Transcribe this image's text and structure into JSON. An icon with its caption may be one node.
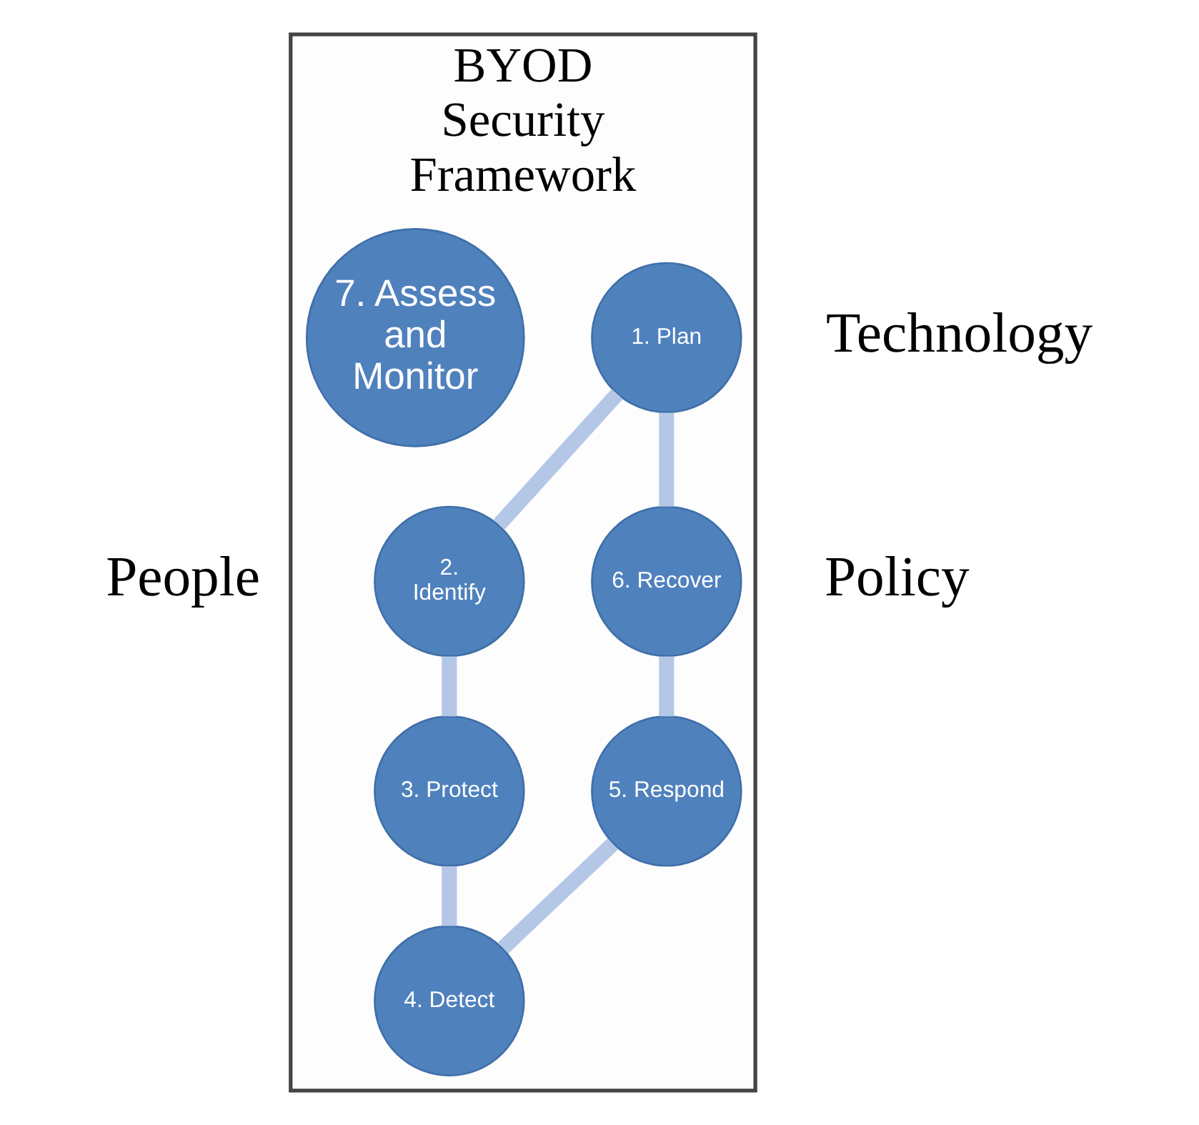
{
  "diagram": {
    "nodes": [
      {
        "text": [
          "BYOD Security Framework"
        ]
      },
      {
        "text": [
          "1. Plan"
        ],
        "in": 0
      },
      {
        "text": [
          "2. Identify"
        ],
        "in": 0
      },
      {
        "text": [
          "3. Protect"
        ],
        "in": 0
      },
      {
        "text": [
          "4. Detect"
        ],
        "in": 0
      },
      {
        "text": [
          "5. Respond"
        ],
        "in": 0
      },
      {
        "text": [
          "6. Recover"
        ],
        "in": 0
      },
      {
        "text": [
          "7. Assess and Monitor"
        ],
        "in": 0
      }
    ],
    "edges": [
      {
        "from": 1,
        "to": 2,
        "arrow": "none"
      },
      {
        "from": 2,
        "to": 3,
        "arrow": "none"
      },
      {
        "from": 3,
        "to": 4,
        "arrow": "none"
      },
      {
        "from": 4,
        "to": 5,
        "arrow": "none"
      },
      {
        "from": 5,
        "to": 6,
        "arrow": "none"
      },
      {
        "from": 6,
        "to": 1,
        "arrow": "none"
      }
    ],
    "labels": [
      "People",
      "Policy",
      "Technology"
    ]
  }
}
